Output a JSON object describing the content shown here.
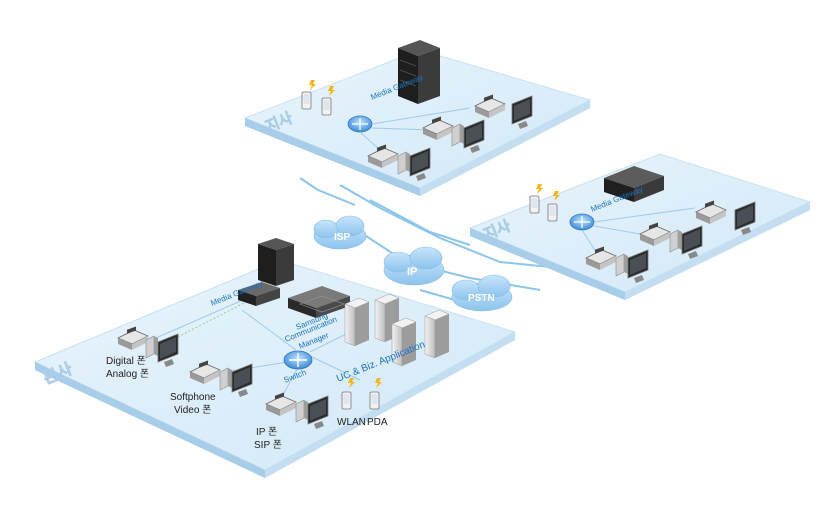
{
  "sites": {
    "branch_top": {
      "label": "지사",
      "gateway_label": "Media Gateway"
    },
    "branch_right": {
      "label": "지사",
      "gateway_label": "Media Gateway"
    },
    "hq": {
      "label": "본사",
      "gateway_label": "Media Gateway",
      "scm_label_lines": [
        "Samsung",
        "Communication",
        "Manager"
      ],
      "switch_label": "Switch",
      "apps_label": "UC & Biz. Application",
      "phone_labels": {
        "digital": "Digital 폰",
        "analog": "Analog 폰",
        "softphone": "Softphone",
        "video": "Video 폰",
        "ip": "IP 폰",
        "sip": "SIP 폰"
      },
      "mobile_labels": {
        "wlan": "WLAN",
        "pda": "PDA"
      }
    }
  },
  "clouds": {
    "isp": "ISP",
    "ip": "IP",
    "pstn": "PSTN"
  },
  "colors": {
    "platform_top": "#ddeefa",
    "platform_edge": "#b7d8ef",
    "link": "#6fb5e8",
    "cloud": "#a9d4f5",
    "label": "#1b73c4"
  }
}
